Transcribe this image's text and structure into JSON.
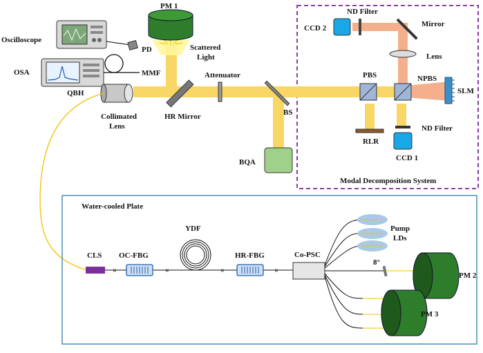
{
  "labels": {
    "pm1": "PM 1",
    "scattered1": "Scattered",
    "scattered2": "Light",
    "oscilloscope": "Oscilloscope",
    "pd": "PD",
    "osa": "OSA",
    "mmf": "MMF",
    "qbh": "QBH",
    "collimated1": "Collimated",
    "collimated2": "Lens",
    "hr_mirror": "HR Mirror",
    "attenuator": "Attenuator",
    "bs": "BS",
    "bqa": "BQA",
    "nd_filter_top": "ND Filter",
    "ccd2": "CCD 2",
    "mirror": "Mirror",
    "lens": "Lens",
    "pbs": "PBS",
    "npbs": "NPBS",
    "slm": "SLM",
    "rlr": "RLR",
    "nd_filter_bottom": "ND Filter",
    "ccd1": "CCD 1",
    "modal_system": "Modal Decomposition System",
    "water_plate": "Water-cooled Plate",
    "cls": "CLS",
    "oc_fbg": "OC-FBG",
    "ydf": "YDF",
    "hr_fbg": "HR-FBG",
    "co_psc": "Co-PSC",
    "pump1": "Pump",
    "pump2": "LDs",
    "angle": "8°",
    "pm2": "PM 2",
    "pm3": "PM 3",
    "splice": "×"
  },
  "colors": {
    "beam": "#f9d766",
    "beam_modal": "#f4b08c",
    "pm_green": "#2e7d2a",
    "pm_green_dark": "#1f5a1c",
    "bqa_green": "#9fd18b",
    "ccd_blue": "#1aa7e8",
    "cls_purple": "#7b2f9b",
    "fbg_blue": "#1f5fa8",
    "modal_border": "#8e3aa8",
    "plate_border": "#4b8fb8",
    "prism": "#9fb6d8",
    "pump": "#a9c9e8",
    "fiber_yellow": "#f2c200"
  }
}
